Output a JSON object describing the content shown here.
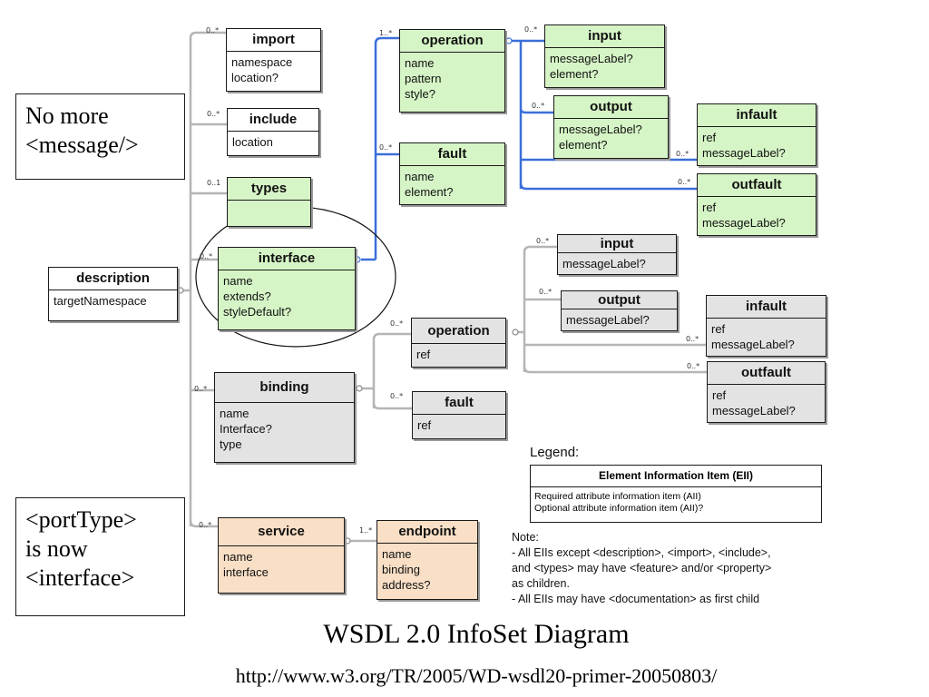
{
  "boxes": {
    "description": {
      "title": "description",
      "attrs": [
        "targetNamespace"
      ]
    },
    "import": {
      "title": "import",
      "attrs": [
        "namespace",
        "location?"
      ]
    },
    "include": {
      "title": "include",
      "attrs": [
        "location"
      ]
    },
    "types": {
      "title": "types",
      "attrs": [
        ""
      ]
    },
    "interface": {
      "title": "interface",
      "attrs": [
        "name",
        "extends?",
        "styleDefault?"
      ]
    },
    "binding": {
      "title": "binding",
      "attrs": [
        "name",
        "Interface?",
        "type"
      ]
    },
    "service": {
      "title": "service",
      "attrs": [
        "name",
        "interface"
      ]
    },
    "endpoint": {
      "title": "endpoint",
      "attrs": [
        "name",
        "binding",
        "address?"
      ]
    },
    "if_operation": {
      "title": "operation",
      "attrs": [
        "name",
        "pattern",
        "style?"
      ]
    },
    "if_fault": {
      "title": "fault",
      "attrs": [
        "name",
        "element?"
      ]
    },
    "if_input": {
      "title": "input",
      "attrs": [
        "messageLabel?",
        "element?"
      ]
    },
    "if_output": {
      "title": "output",
      "attrs": [
        "messageLabel?",
        "element?"
      ]
    },
    "if_infault": {
      "title": "infault",
      "attrs": [
        "ref",
        "messageLabel?"
      ]
    },
    "if_outfault": {
      "title": "outfault",
      "attrs": [
        "ref",
        "messageLabel?"
      ]
    },
    "b_operation": {
      "title": "operation",
      "attrs": [
        "ref"
      ]
    },
    "b_fault": {
      "title": "fault",
      "attrs": [
        "ref"
      ]
    },
    "b_input": {
      "title": "input",
      "attrs": [
        "messageLabel?"
      ]
    },
    "b_output": {
      "title": "output",
      "attrs": [
        "messageLabel?"
      ]
    },
    "b_infault": {
      "title": "infault",
      "attrs": [
        "ref",
        "messageLabel?"
      ]
    },
    "b_outfault": {
      "title": "outfault",
      "attrs": [
        "ref",
        "messageLabel?"
      ]
    }
  },
  "multiplicities": {
    "import": "0..*",
    "include": "0..*",
    "types": "0..1",
    "interface": "0..*",
    "binding": "0..*",
    "service": "0..*",
    "endpoint": "1..*",
    "if_operation": "1..*",
    "if_fault": "0..*",
    "if_input": "0..*",
    "if_output": "0..*",
    "if_infault": "0..*",
    "if_outfault": "0..*",
    "b_operation": "0..*",
    "b_fault": "0..*",
    "b_input": "0..*",
    "b_output": "0..*",
    "b_infault": "0..*",
    "b_outfault": "0..*"
  },
  "callouts": {
    "message": [
      "No more",
      "<message/>"
    ],
    "porttype": [
      "<portType>",
      "is now",
      "<interface>"
    ]
  },
  "legend": {
    "label": "Legend:",
    "header": "Element Information Item (EII)",
    "lines": [
      "Required attribute information item (AII)",
      "Optional attribute information item (AII)?"
    ]
  },
  "notes": [
    "Note:",
    "- All EIIs except <description>, <import>, <include>,",
    "and <types>  may have <feature> and/or <property>",
    "as children.",
    "- All EIIs may have  <documentation> as first child"
  ],
  "caption": {
    "title": "WSDL 2.0 InfoSet Diagram",
    "url": "http://www.w3.org/TR/2005/WD-wsdl20-primer-20050803/"
  },
  "colors": {
    "interface_fill": "#d6f5c6",
    "binding_fill": "#e3e3e3",
    "service_fill": "#f8dfc6",
    "blue_connector": "#3b6fd8",
    "gray_connector": "#b5b5b5"
  }
}
